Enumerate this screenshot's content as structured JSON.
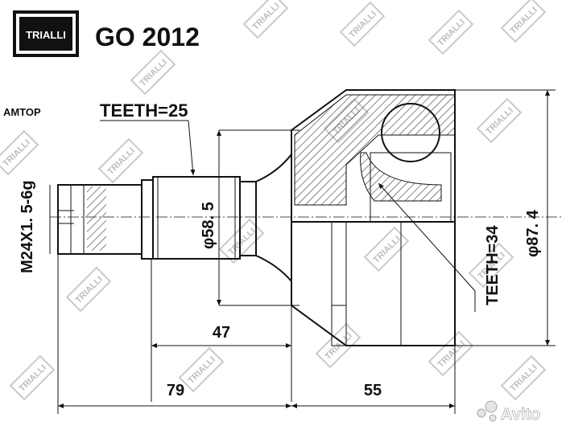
{
  "header": {
    "brand_logo": "TRIALLI",
    "part_number": "GO 2012",
    "side_label": "АМТОР"
  },
  "watermark": {
    "text": "TRIALLI"
  },
  "annotations": {
    "outer_teeth": "TEETH=25",
    "thread": "M24X1. 5-6g",
    "shaft_diameter": "φ58. 5",
    "inner_teeth": "TEETH=34",
    "housing_diameter": "φ87. 4",
    "dim_47": "47",
    "dim_79": "79",
    "dim_55": "55"
  },
  "footer": {
    "avito_logo": "Avito"
  },
  "colors": {
    "line": "#111111",
    "watermark": "#c9c9c9",
    "hatch": "#333333"
  }
}
